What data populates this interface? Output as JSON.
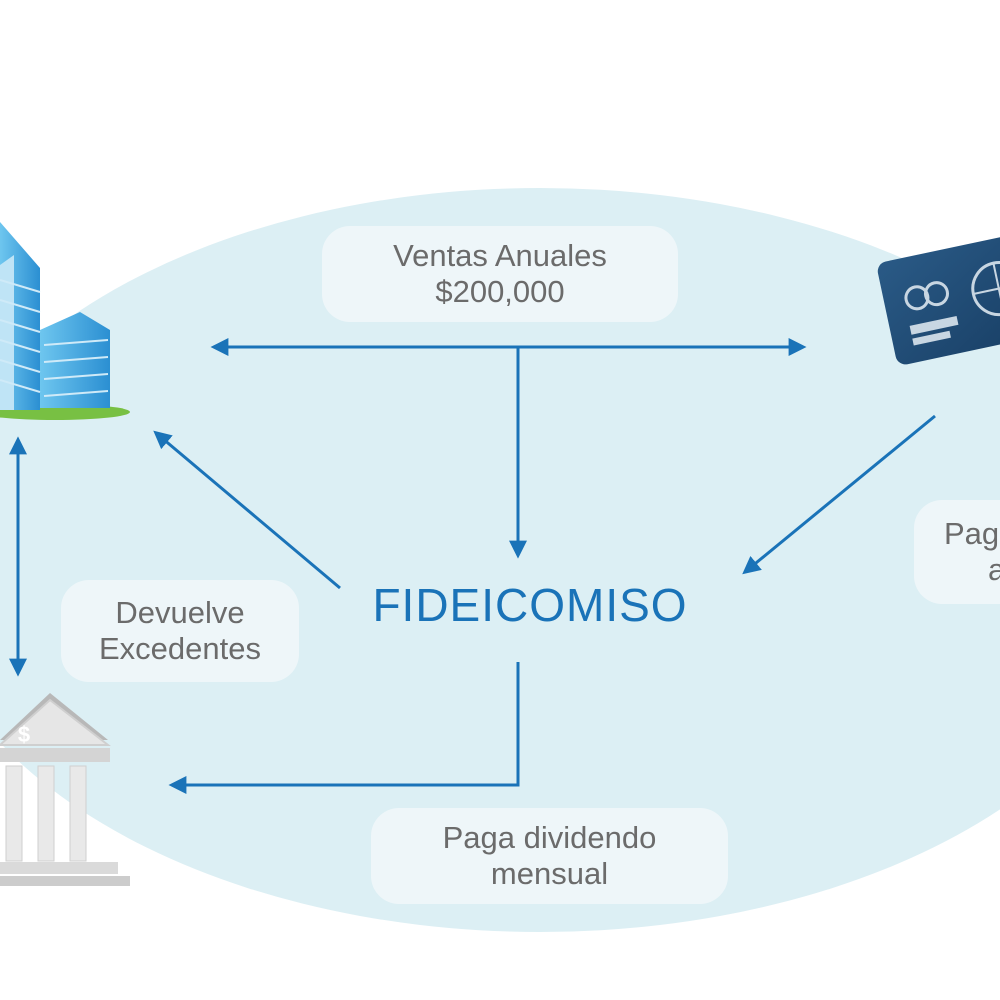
{
  "center": {
    "title": "FIDEICOMISO"
  },
  "labels": {
    "sales": {
      "line1": "Ventas Anuales",
      "line2": "$200,000"
    },
    "surplus": {
      "line1": "Devuelve",
      "line2": "Excedentes"
    },
    "dividend": {
      "line1": "Paga dividendo",
      "line2": "mensual"
    },
    "card_payment": {
      "line1": "Pag",
      "line2": "a"
    }
  },
  "icons": {
    "card_symbol": "$"
  },
  "colors": {
    "accent": "#1a73b8",
    "ellipse": "#dceff4",
    "label_bg": "#eef6f9",
    "label_text": "#6b6b6b"
  }
}
